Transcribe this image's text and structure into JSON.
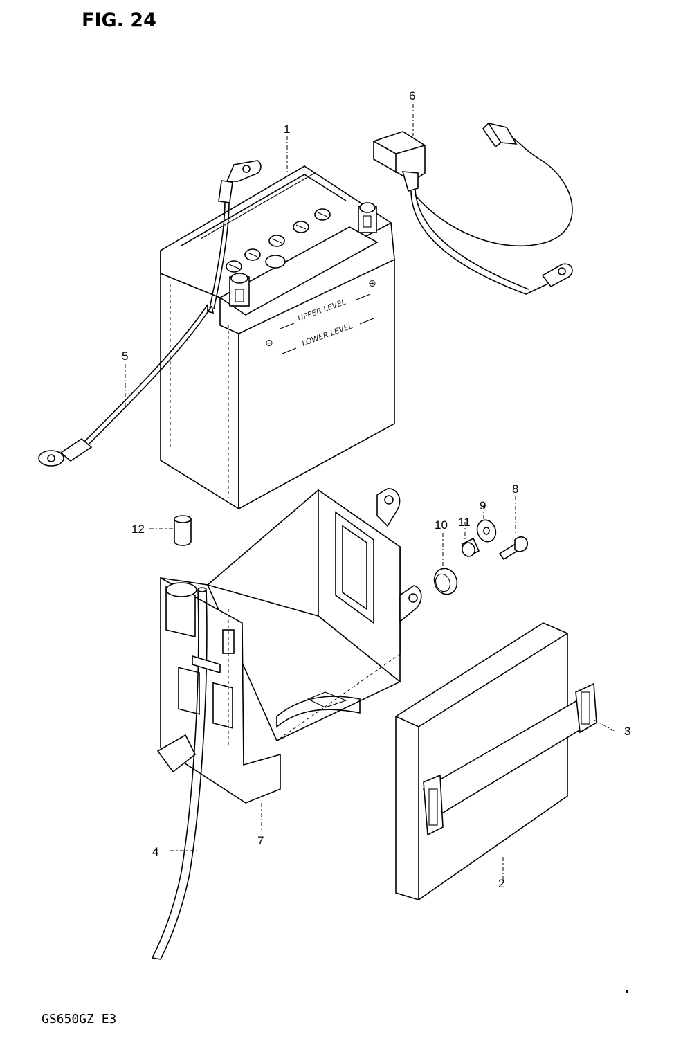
{
  "figure": {
    "title": "FIG. 24",
    "model": "GS650GZ  E3"
  },
  "battery": {
    "upper_level": "UPPER LEVEL",
    "lower_level": "LOWER LEVEL",
    "plus": "⊕",
    "minus": "⊖"
  },
  "callouts": [
    {
      "id": "1",
      "text": "1"
    },
    {
      "id": "2",
      "text": "2"
    },
    {
      "id": "3",
      "text": "3"
    },
    {
      "id": "4",
      "text": "4"
    },
    {
      "id": "5",
      "text": "5"
    },
    {
      "id": "6",
      "text": "6"
    },
    {
      "id": "7",
      "text": "7"
    },
    {
      "id": "8",
      "text": "8"
    },
    {
      "id": "9",
      "text": "9"
    },
    {
      "id": "10",
      "text": "10"
    },
    {
      "id": "11",
      "text": "11"
    },
    {
      "id": "12",
      "text": "12"
    }
  ]
}
